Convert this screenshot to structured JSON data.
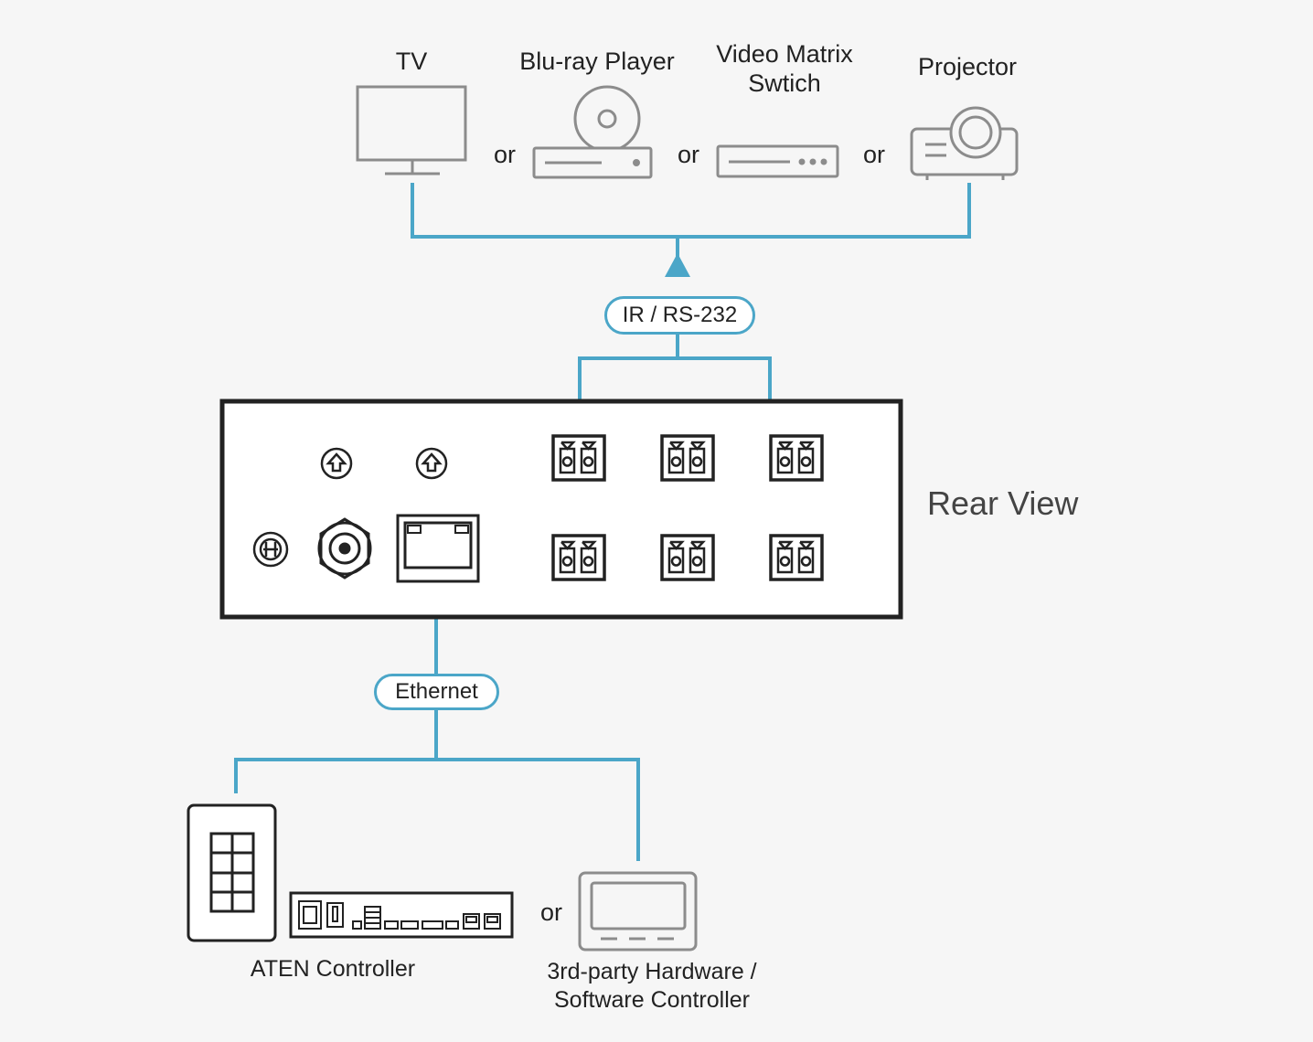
{
  "devices": {
    "tv": "TV",
    "bluray": "Blu-ray Player",
    "matrix_line1": "Video Matrix",
    "matrix_line2": "Swtich",
    "projector": "Projector"
  },
  "or_label": "or",
  "connections": {
    "control": "IR / RS-232",
    "network": "Ethernet"
  },
  "unit": {
    "view_label": "Rear View"
  },
  "controllers": {
    "aten": "ATEN Controller",
    "third_party_line1": "3rd-party Hardware /",
    "third_party_line2": "Software Controller"
  },
  "colors": {
    "line": "#4ba6c8",
    "outline": "#2a2a2a",
    "device": "#8c8c8c"
  }
}
